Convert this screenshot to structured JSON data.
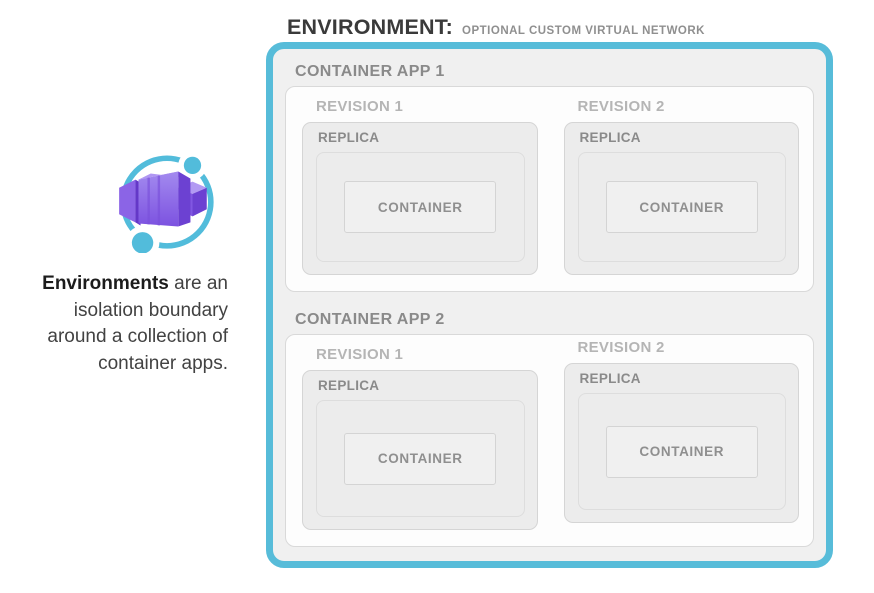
{
  "header": {
    "title": "ENVIRONMENT:",
    "subtitle": "OPTIONAL CUSTOM VIRTUAL NETWORK"
  },
  "aside": {
    "icon": "azure-container-apps-icon",
    "caption_lead": "Environments",
    "caption_text": " are an isolation boundary around a collection of container apps."
  },
  "environment": {
    "apps": [
      {
        "label": "CONTAINER APP 1",
        "revisions": [
          {
            "label": "REVISION 1",
            "replica": "REPLICA",
            "container": "CONTAINER"
          },
          {
            "label": "REVISION 2",
            "replica": "REPLICA",
            "container": "CONTAINER"
          }
        ]
      },
      {
        "label": "CONTAINER APP 2",
        "revisions": [
          {
            "label": "REVISION 1",
            "replica": "REPLICA",
            "container": "CONTAINER"
          },
          {
            "label": "REVISION 2",
            "replica": "REPLICA",
            "container": "CONTAINER"
          }
        ]
      }
    ]
  },
  "colors": {
    "accent_blue": "#57BCD9",
    "env_fill": "#f0f0f0",
    "panel_white": "#fdfdfd",
    "box_border": "#d5d5d5",
    "replica_fill": "#ececec",
    "label_gray": "#8a8a8a",
    "revision_gray": "#b5b5b5",
    "icon_purple_light": "#A38AEF",
    "icon_purple_dark": "#6C41D2",
    "icon_blue": "#52BCDB"
  }
}
